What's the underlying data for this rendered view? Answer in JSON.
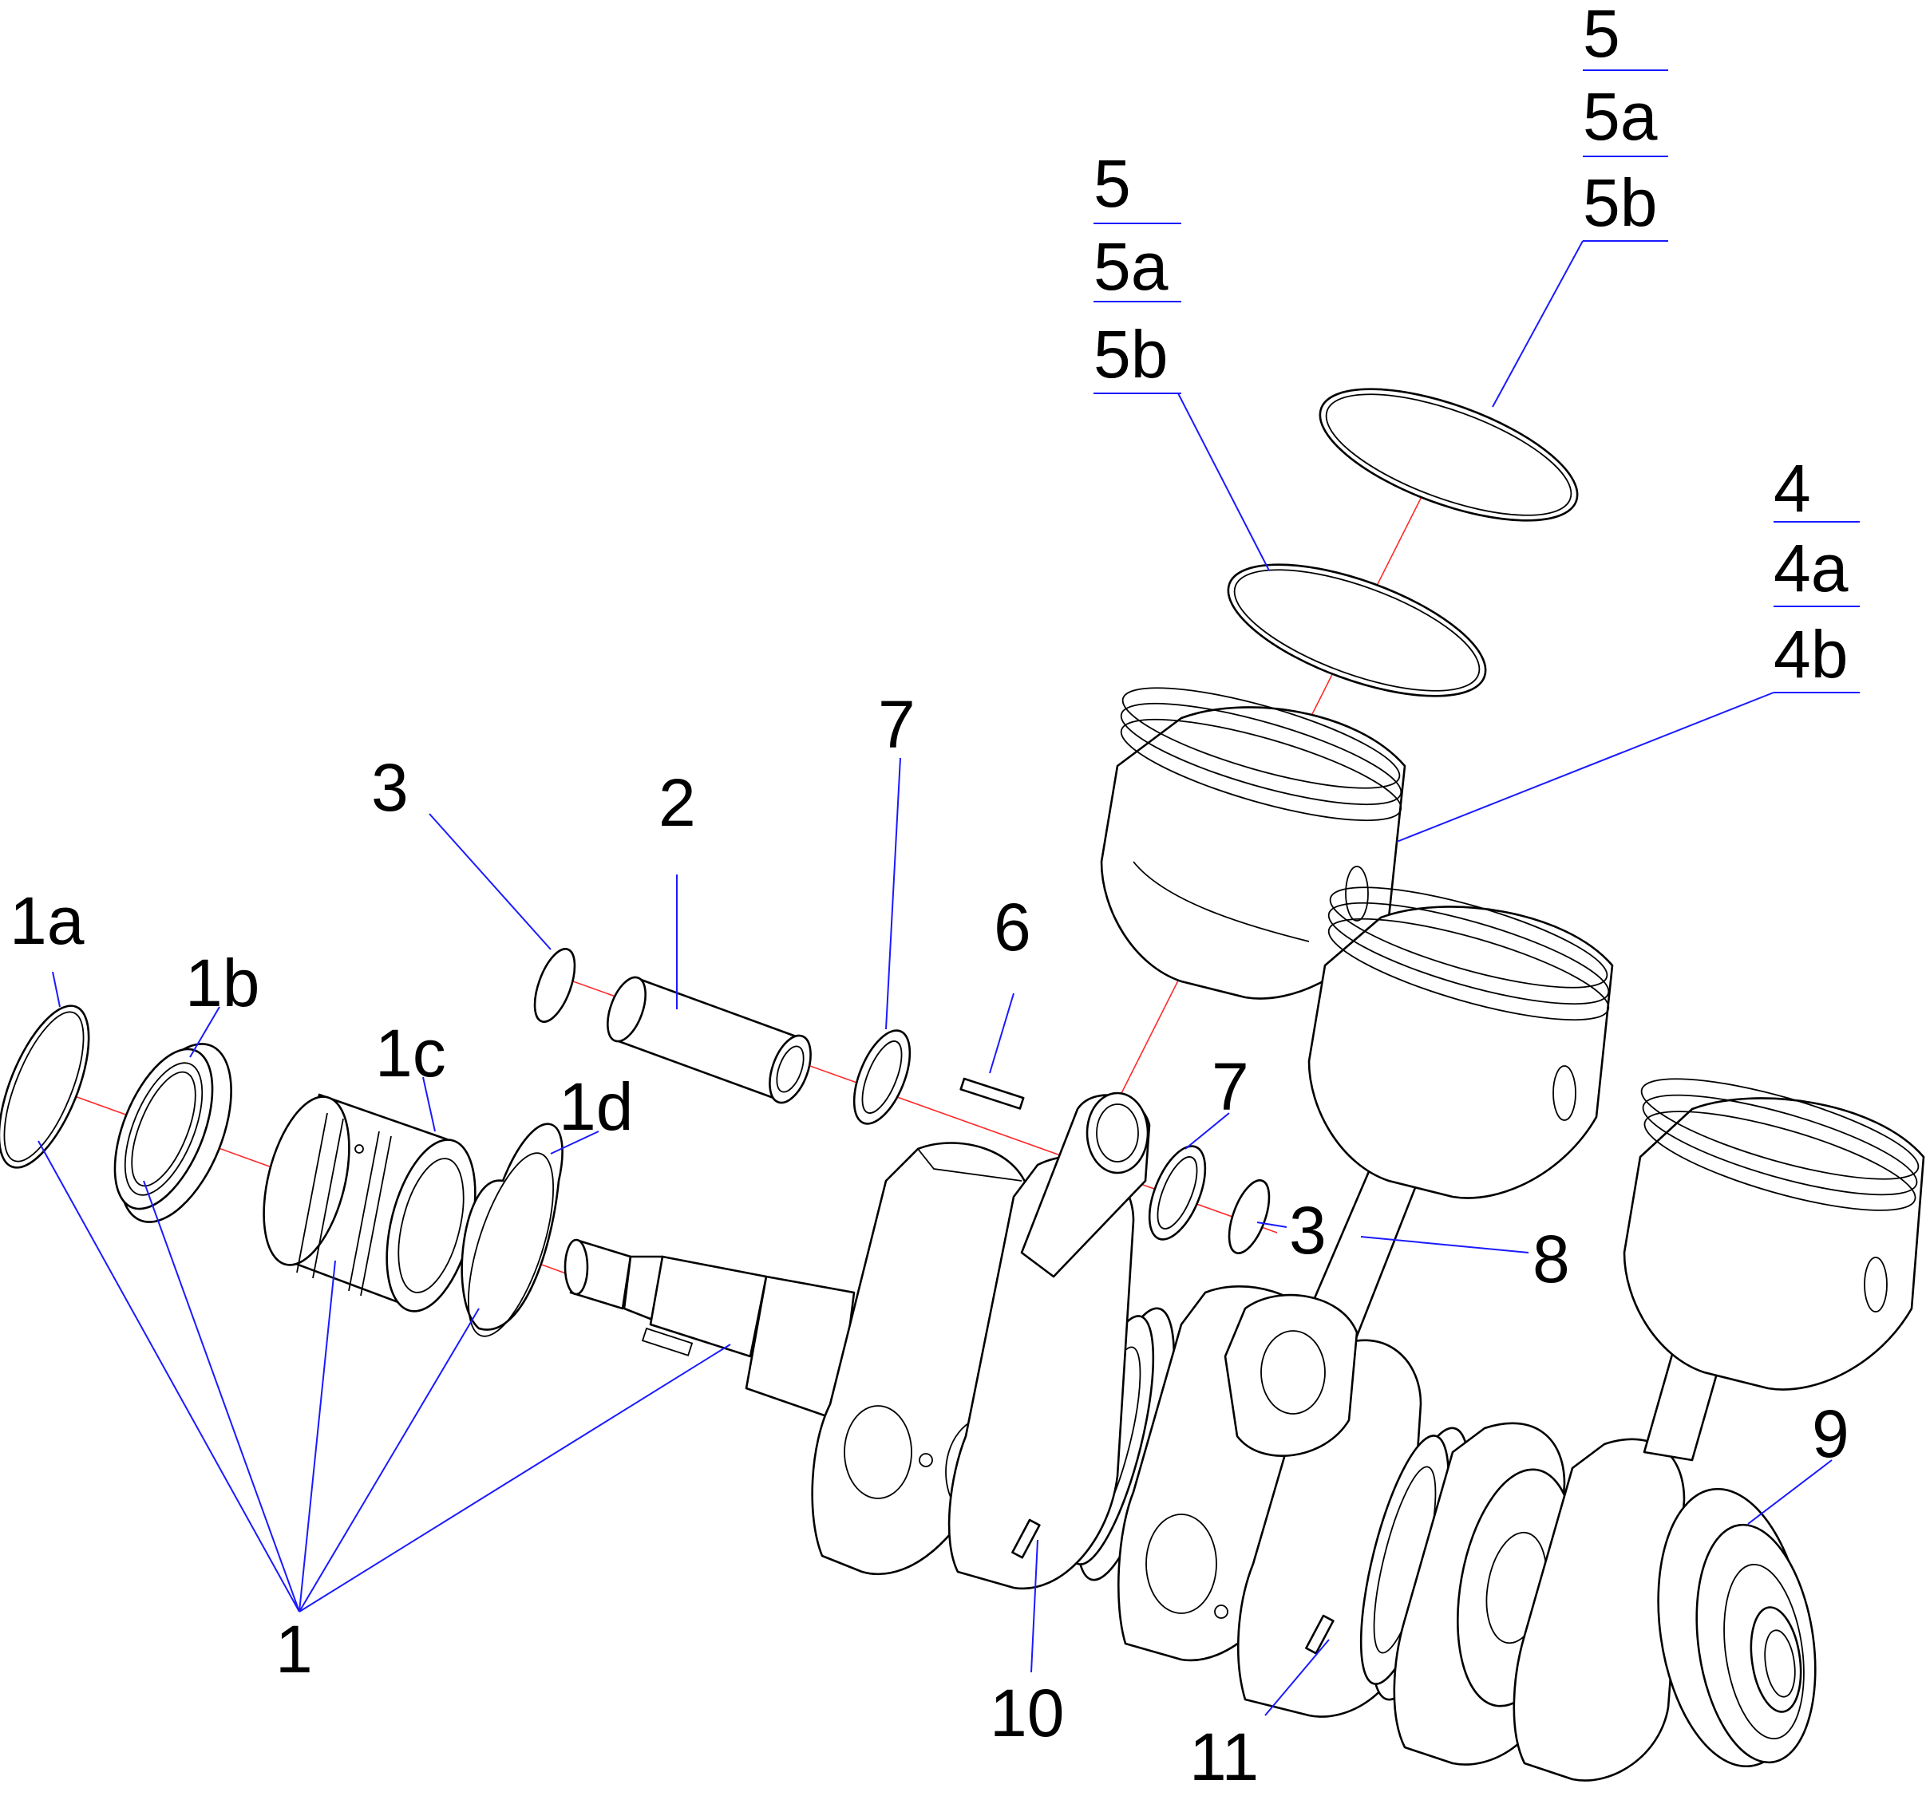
{
  "labels": {
    "p1": "1",
    "p1a": "1a",
    "p1b": "1b",
    "p1c": "1c",
    "p1d": "1d",
    "p2": "2",
    "p3_top": "3",
    "p3_right": "3",
    "p4": "4",
    "p4a": "4a",
    "p4b": "4b",
    "p5_mid": "5",
    "p5a_mid": "5a",
    "p5b_mid": "5b",
    "p5_top": "5",
    "p5a_top": "5a",
    "p5b_top": "5b",
    "p6": "6",
    "p7_left": "7",
    "p7_right": "7",
    "p8": "8",
    "p9": "9",
    "p10": "10",
    "p11": "11"
  },
  "colors": {
    "leader_lines": "#1a1aff",
    "axis_lines": "#ff2a2a",
    "part_outline": "#000000"
  }
}
